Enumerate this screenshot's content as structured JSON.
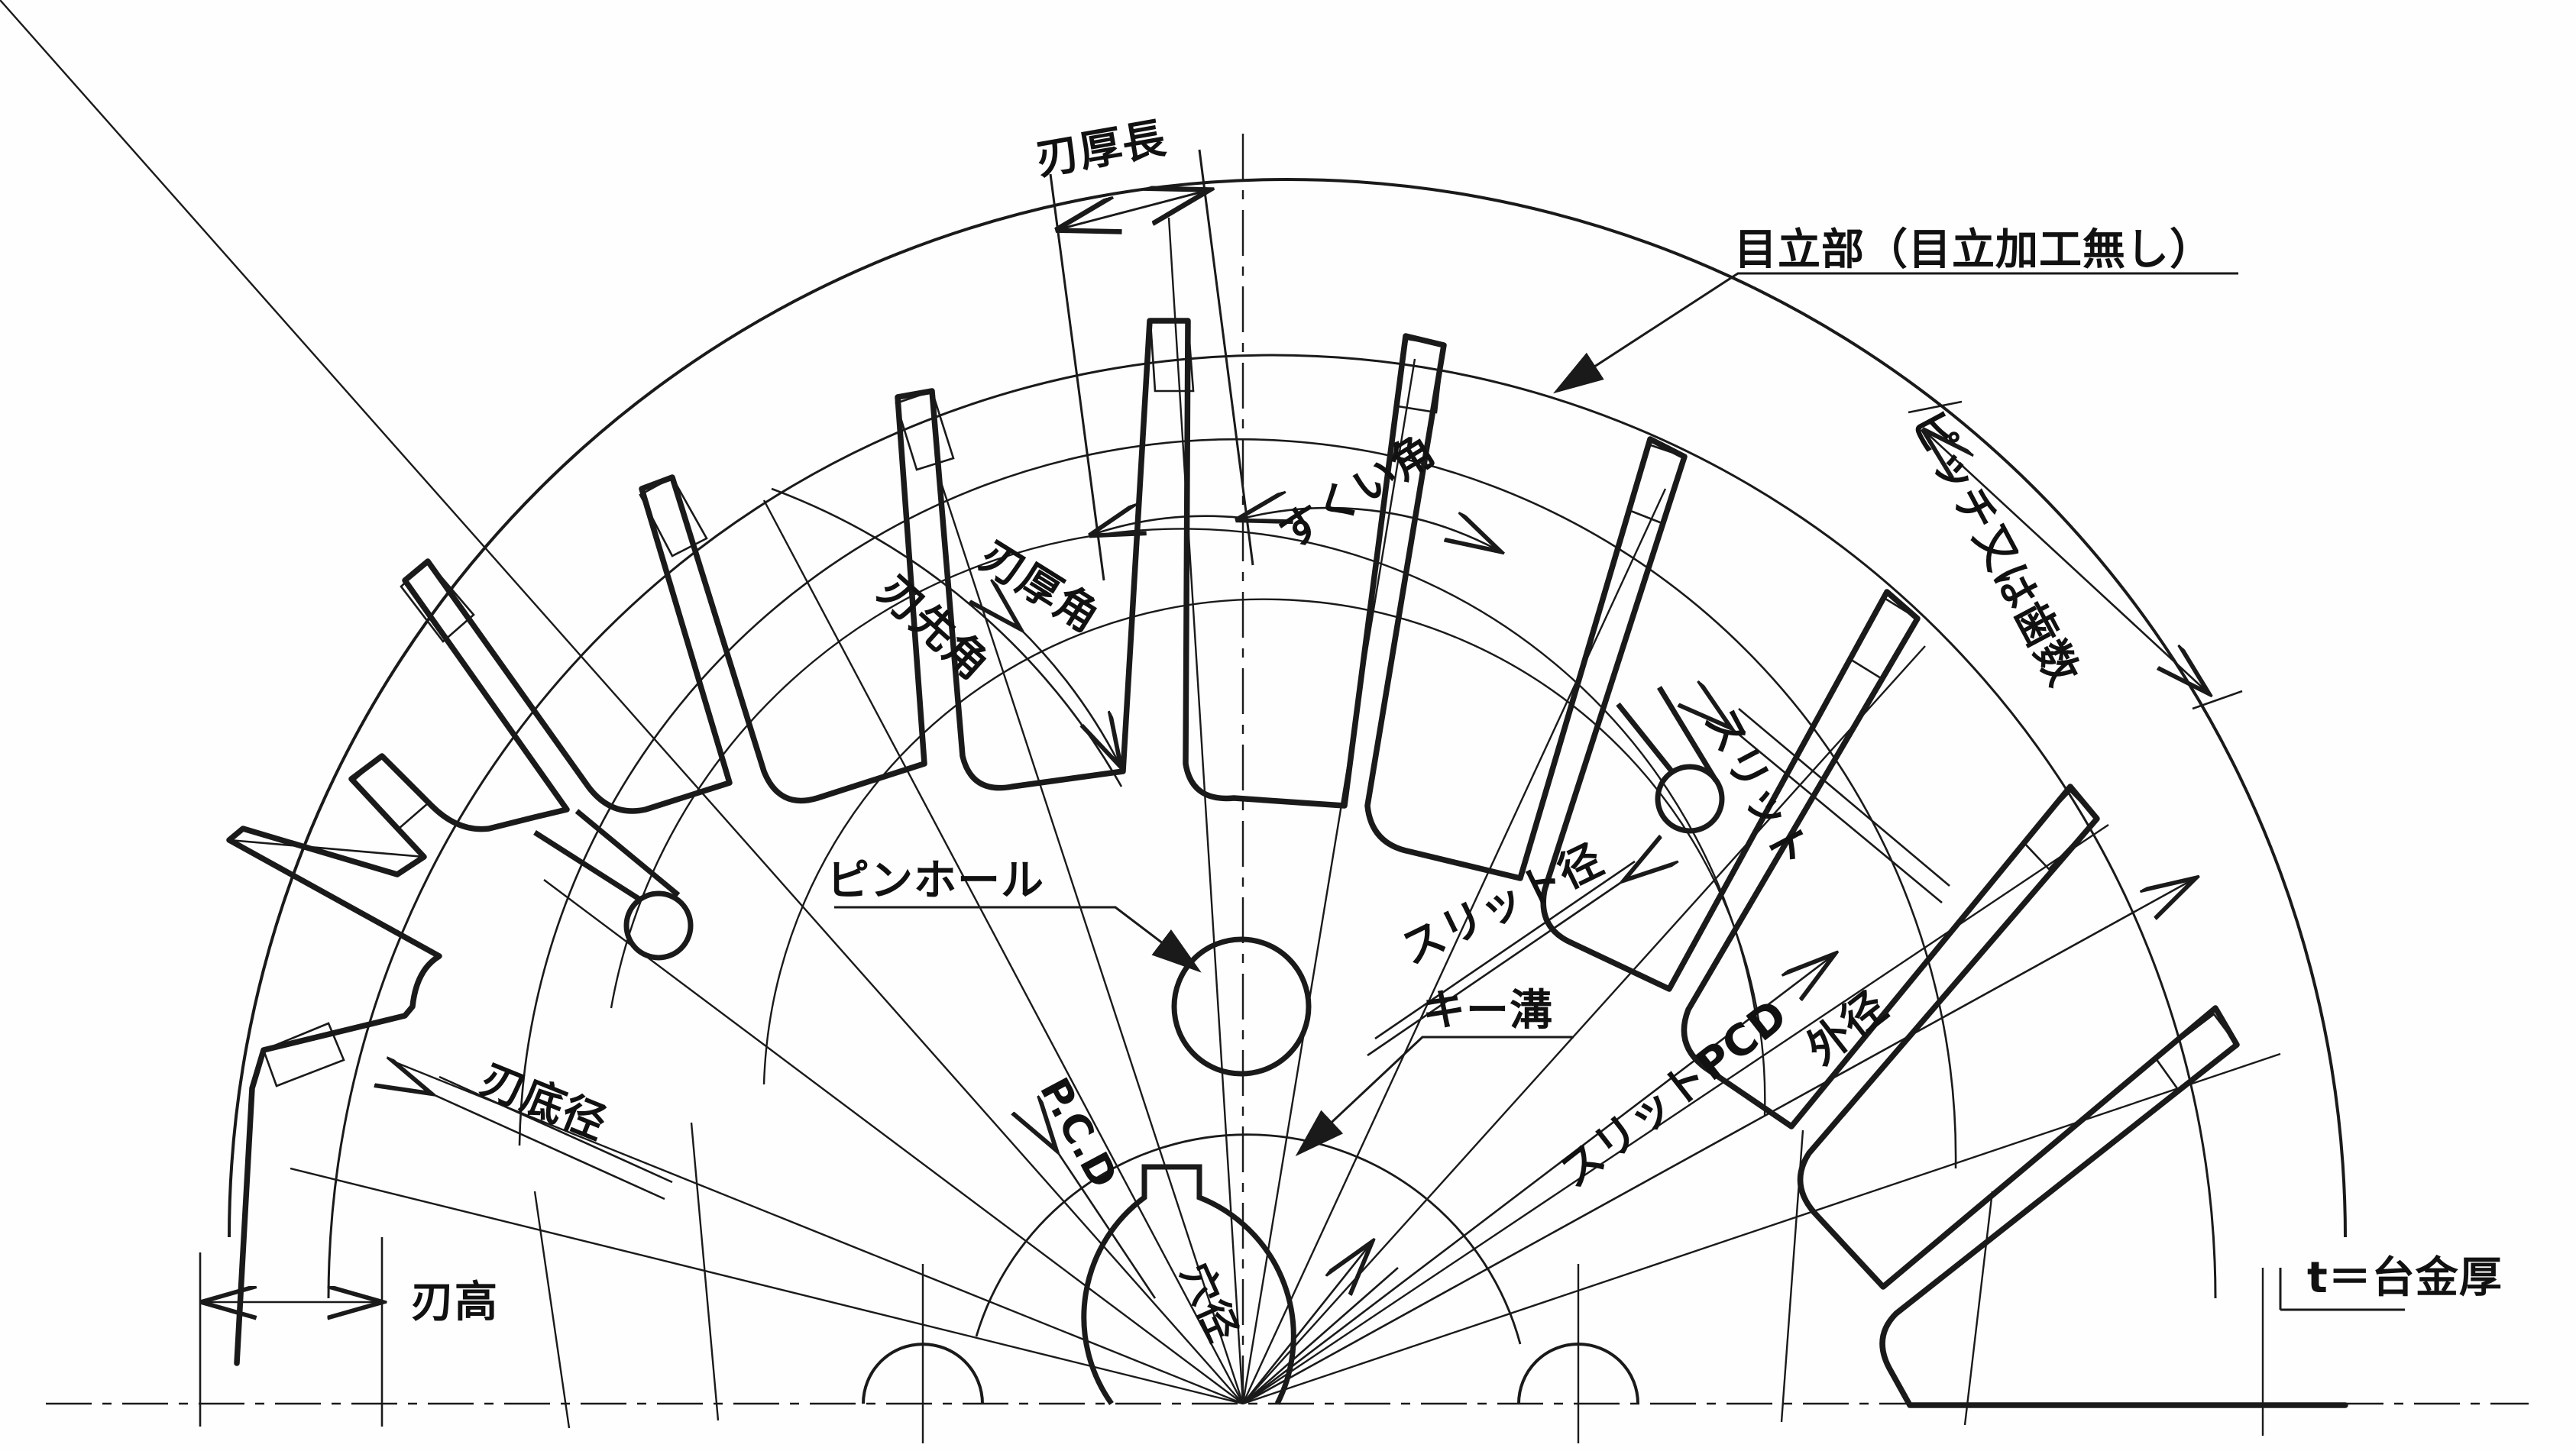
{
  "drawing": {
    "type": "engineering-drawing",
    "subject": "circular-saw-blade-nomenclature",
    "background_color": "#fefefe",
    "line_color": "#1a1a1a"
  },
  "labels": {
    "blade_thickness_length": "刃厚長",
    "sharpening_part": "目立部（目立加工無し）",
    "rake_angle": "すくい角",
    "blade_thickness_angle": "刃厚角",
    "blade_tip_angle": "刃先角",
    "pitch_or_teeth": "ピッチ又は歯数",
    "slit": "スリット",
    "slit_diameter": "スリット径",
    "pin_hole": "ピンホール",
    "key_groove": "キー溝",
    "pcd": "P.C.D",
    "slit_pcd": "スリットPCD",
    "outer_diameter": "外径",
    "blade_bottom_diameter": "刃底径",
    "blade_height": "刃高",
    "bore_diameter": "穴径",
    "base_metal_thickness": "t＝台金厚"
  }
}
